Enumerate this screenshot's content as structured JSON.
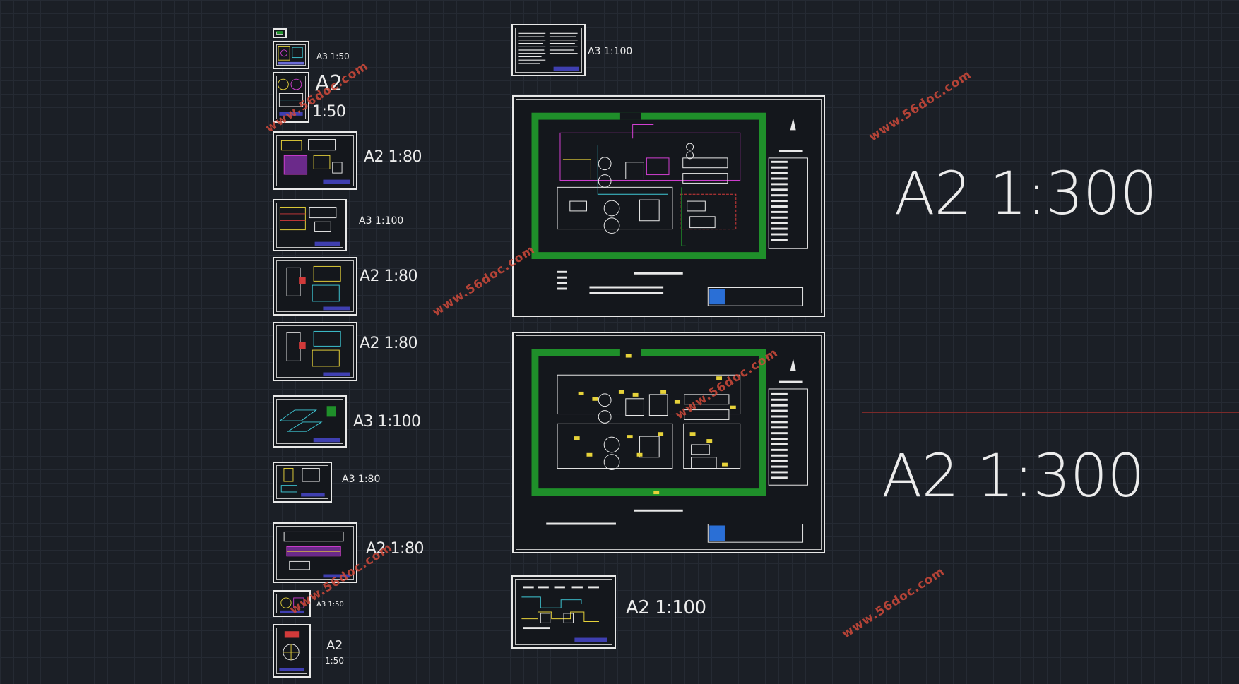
{
  "sheet_labels": {
    "l1": "A3 1:50",
    "l2_size": "A2",
    "l2_scale": "1:50",
    "l3": "A2 1:80",
    "l4": "A3 1:100",
    "l5": "A2 1:80",
    "l6": "A2 1:80",
    "l7": "A3 1:100",
    "l8": "A3 1:80",
    "l9": "A2 1:80",
    "l10": "A3 1:50",
    "l11_size": "A2",
    "l11_scale": "1:50",
    "top_center": "A3 1:100",
    "bottom_center": "A2 1:100",
    "big_upper": "A2 1:300",
    "big_lower": "A2 1:300"
  },
  "watermark_text": "www.56doc.com",
  "colors": {
    "background": "#1b1f26",
    "sheet_border": "#e8e8e8",
    "green_fill": "#1f8f2a",
    "magenta": "#d23fd2",
    "yellow": "#e6d23a",
    "cyan": "#3fc9d6",
    "red": "#d23a3a",
    "watermark": "#d14a3a"
  }
}
